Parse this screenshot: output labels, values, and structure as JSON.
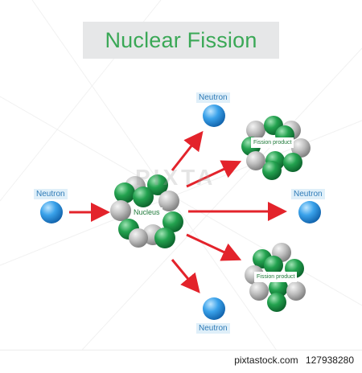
{
  "title": "Nuclear Fission",
  "labels": {
    "neutron": "Neutron",
    "nucleus": "Nucleus",
    "fission_product": "Fission product"
  },
  "watermark": "PIXTA",
  "footer": {
    "site": "pixtastock.com",
    "id": "127938280"
  },
  "colors": {
    "title_green": "#3aa856",
    "neutron_blue": "#2a8fd8",
    "arrow_red": "#e3232b",
    "green_ball": "#1f9a48",
    "gray_ball": "#b5b5b5",
    "label_bg": "#dfeff9",
    "label_text": "#2f7bb7"
  }
}
